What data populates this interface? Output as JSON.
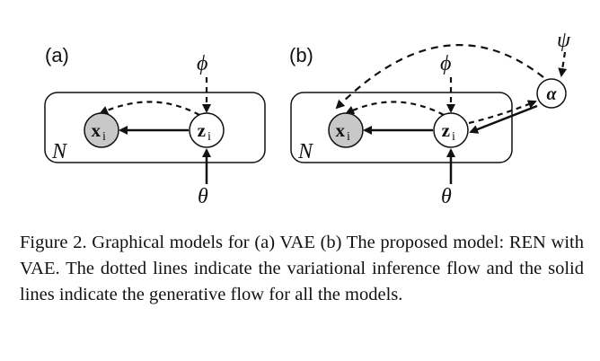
{
  "figure": {
    "panel_a": {
      "label": "(a)",
      "plate_label": "N",
      "param_top": "ϕ",
      "param_bottom": "θ",
      "node_x": {
        "main": "x",
        "sub": "i"
      },
      "node_z": {
        "main": "z",
        "sub": "i"
      }
    },
    "panel_b": {
      "label": "(b)",
      "plate_label": "N",
      "param_top": "ϕ",
      "param_bottom": "θ",
      "param_right": "ψ",
      "node_x": {
        "main": "x",
        "sub": "i"
      },
      "node_z": {
        "main": "z",
        "sub": "i"
      },
      "node_alpha": "α"
    },
    "colors": {
      "observed_node_fill": "#c8c8c8",
      "latent_node_fill": "#ffffff",
      "stroke": "#111111"
    }
  },
  "caption": "Figure 2. Graphical models for (a) VAE (b) The proposed model: REN with VAE. The dotted lines indicate the variational inference flow and the solid lines indicate the generative flow for all the models."
}
